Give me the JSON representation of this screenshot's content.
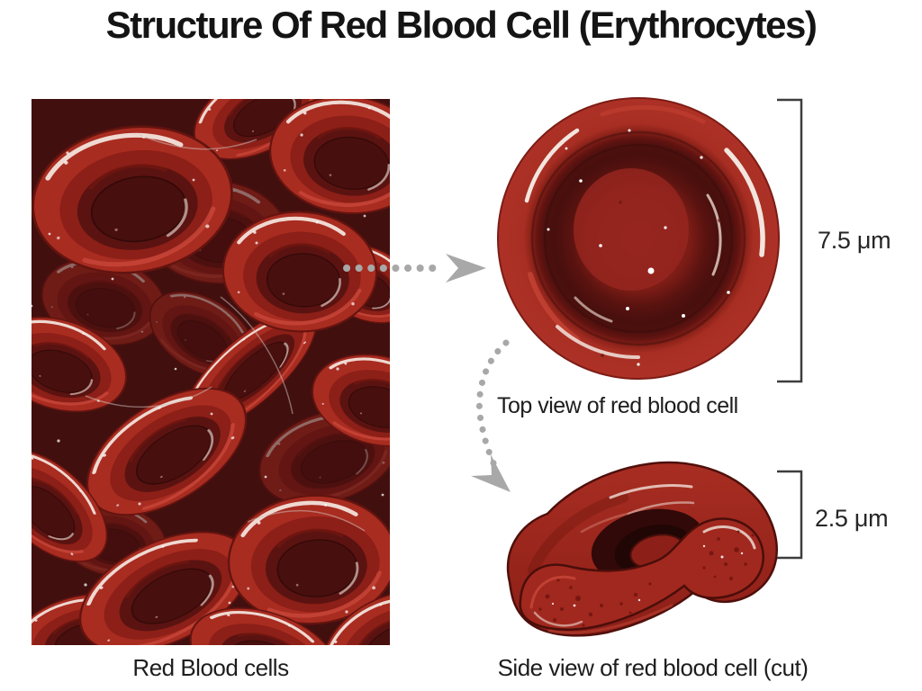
{
  "title": "Structure Of Red Blood Cell (Erythrocytes)",
  "figure": {
    "blood_smear": {
      "caption": "Red Blood cells"
    },
    "top_view": {
      "caption": "Top view of red blood cell",
      "measurement": "7.5 μm"
    },
    "side_view": {
      "caption": "Side view of red blood cell (cut)",
      "measurement": "2.5 μm"
    }
  },
  "colors": {
    "background": "#ffffff",
    "cell_bright_red": "#a92c21",
    "cell_rim_red": "#ad3126",
    "cell_dark_maroon": "#470f0d",
    "smear_background": "#420f0f",
    "highlight_white": "#f6ece4",
    "arrow_gray": "#a8a8a8",
    "bracket_gray": "#3d3d3d",
    "text_black": "#1d1d1d"
  }
}
